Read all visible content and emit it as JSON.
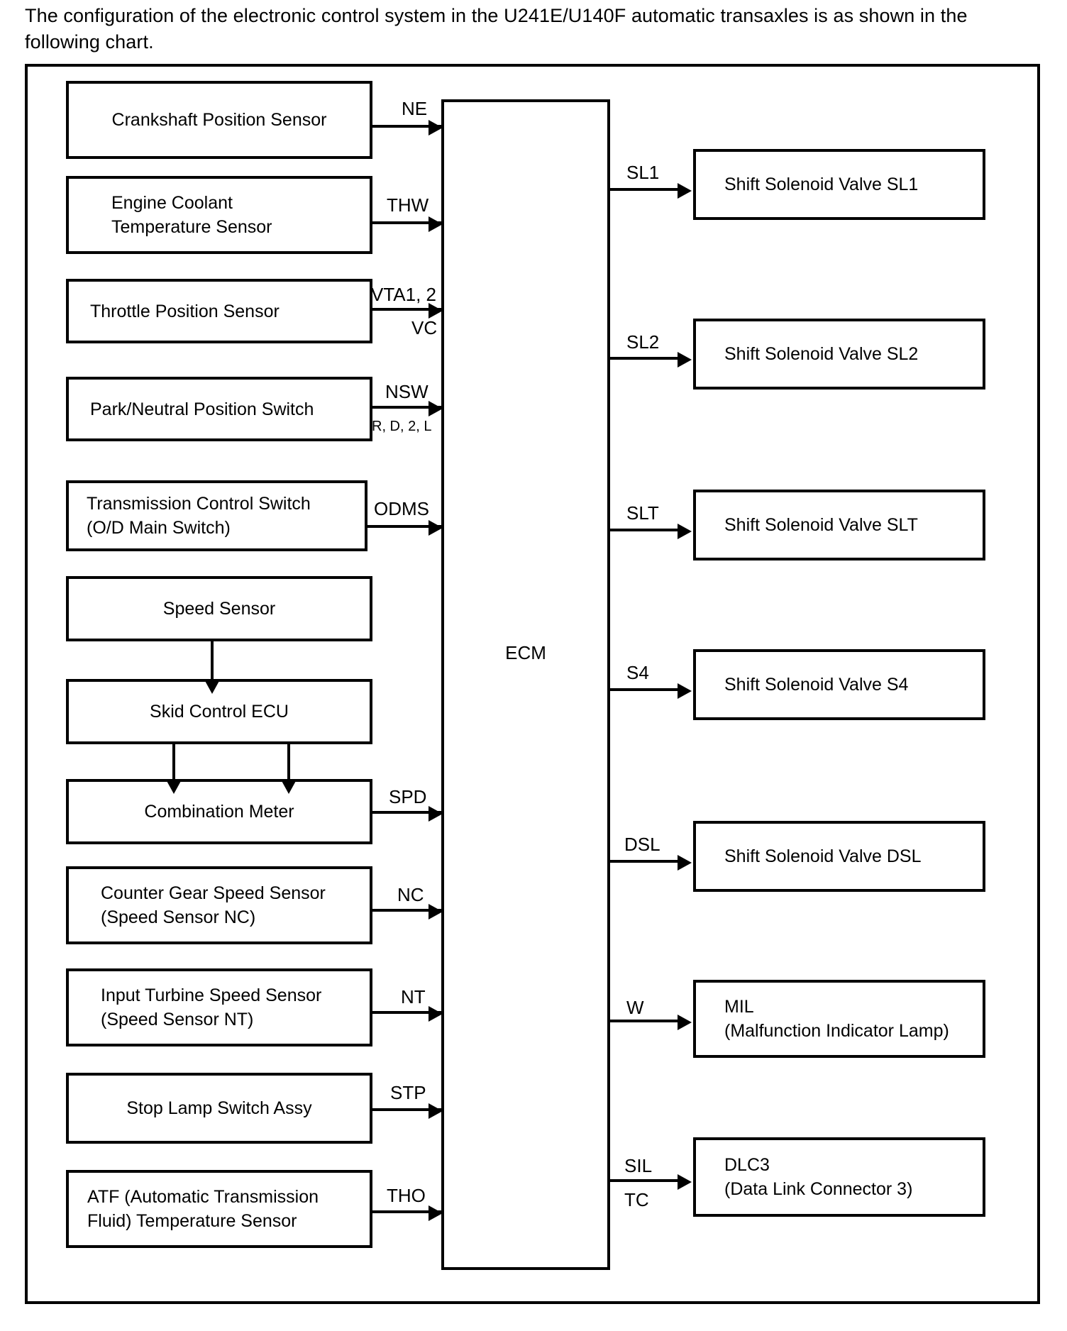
{
  "intro": {
    "text": "The configuration of the electronic control system in the U241E/U140F automatic transaxles is as shown in the following chart."
  },
  "chart_data": {
    "type": "diagram",
    "title": "Electronic control system configuration — U241E/U140F automatic transaxles",
    "central_node": {
      "label": "ECM"
    },
    "input_nodes": [
      {
        "id": "crankshaft-position-sensor",
        "lines": [
          "Crankshaft Position Sensor"
        ],
        "signal": "NE"
      },
      {
        "id": "engine-coolant-temperature-sensor",
        "lines": [
          "Engine Coolant",
          "Temperature Sensor"
        ],
        "signal": "THW"
      },
      {
        "id": "throttle-position-sensor",
        "lines": [
          "Throttle Position Sensor"
        ],
        "signal": "VTA1, 2",
        "signal2": "VC"
      },
      {
        "id": "park-neutral-position-switch",
        "lines": [
          "Park/Neutral Position Switch"
        ],
        "signal": "NSW",
        "signal2": "R, D, 2, L"
      },
      {
        "id": "transmission-control-switch",
        "lines": [
          "Transmission Control Switch",
          "(O/D Main Switch)"
        ],
        "signal": "ODMS"
      },
      {
        "id": "speed-sensor",
        "lines": [
          "Speed Sensor"
        ],
        "signal": ""
      },
      {
        "id": "skid-control-ecu",
        "lines": [
          "Skid Control ECU"
        ],
        "signal": ""
      },
      {
        "id": "combination-meter",
        "lines": [
          "Combination Meter"
        ],
        "signal": "SPD"
      },
      {
        "id": "counter-gear-speed-sensor",
        "lines": [
          "Counter Gear Speed Sensor",
          "(Speed Sensor NC)"
        ],
        "signal": "NC"
      },
      {
        "id": "input-turbine-speed-sensor",
        "lines": [
          "Input Turbine Speed Sensor",
          "(Speed Sensor NT)"
        ],
        "signal": "NT"
      },
      {
        "id": "stop-lamp-switch-assy",
        "lines": [
          "Stop Lamp Switch Assy"
        ],
        "signal": "STP"
      },
      {
        "id": "atf-temperature-sensor",
        "lines": [
          "ATF (Automatic Transmission",
          "Fluid) Temperature Sensor"
        ],
        "signal": "THO"
      }
    ],
    "output_nodes": [
      {
        "id": "shift-solenoid-valve-sl1",
        "lines": [
          "Shift Solenoid Valve SL1"
        ],
        "signal": "SL1"
      },
      {
        "id": "shift-solenoid-valve-sl2",
        "lines": [
          "Shift Solenoid Valve SL2"
        ],
        "signal": "SL2"
      },
      {
        "id": "shift-solenoid-valve-slt",
        "lines": [
          "Shift Solenoid Valve SLT"
        ],
        "signal": "SLT"
      },
      {
        "id": "shift-solenoid-valve-s4",
        "lines": [
          "Shift Solenoid Valve S4"
        ],
        "signal": "S4"
      },
      {
        "id": "shift-solenoid-valve-dsl",
        "lines": [
          "Shift Solenoid Valve DSL"
        ],
        "signal": "DSL"
      },
      {
        "id": "mil",
        "lines": [
          "MIL",
          "(Malfunction Indicator Lamp)"
        ],
        "signal": "W"
      },
      {
        "id": "dlc3",
        "lines": [
          "DLC3",
          "(Data Link Connector 3)"
        ],
        "signal": "SIL",
        "signal2": "TC"
      }
    ],
    "internal_links": [
      {
        "from": "speed-sensor",
        "to": "skid-control-ecu",
        "count": 1
      },
      {
        "from": "skid-control-ecu",
        "to": "combination-meter",
        "count": 2
      }
    ],
    "colors": {
      "line": "#000000",
      "background": "#ffffff",
      "text": "#000000"
    }
  }
}
